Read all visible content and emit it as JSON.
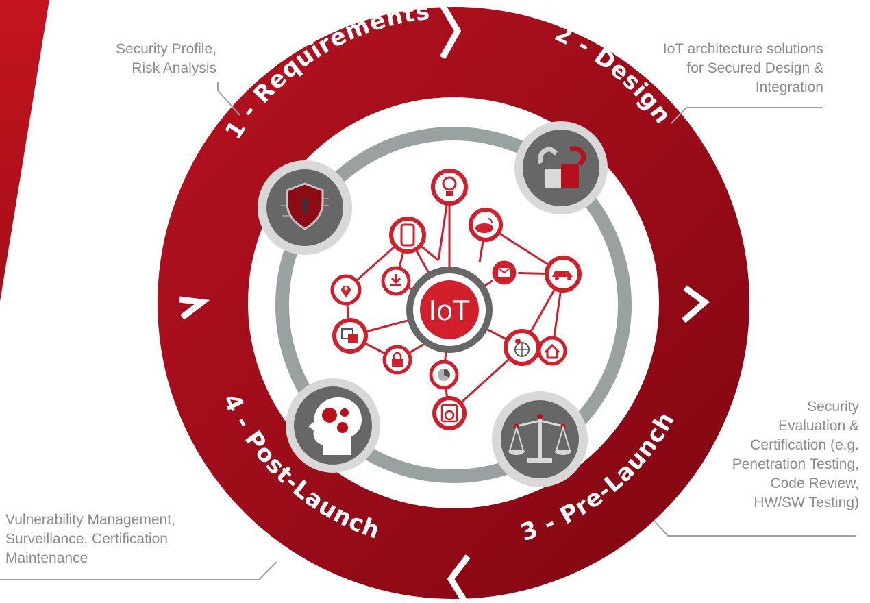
{
  "center_label": "IoT",
  "phases": [
    {
      "label": "1 - Requirements"
    },
    {
      "label": "2 - Design"
    },
    {
      "label": "3 - Pre-Launch"
    },
    {
      "label": "4 - Post-Launch"
    }
  ],
  "notes": {
    "requirements": [
      "Security Profile,",
      "Risk Analysis"
    ],
    "design": [
      "IoT architecture solutions",
      "for Secured Design &",
      "Integration"
    ],
    "prelaunch": [
      "Security",
      "Evaluation &",
      "Certification (e.g.",
      "Penetration Testing,",
      "Code Review,",
      "HW/SW Testing)"
    ],
    "postlaunch": [
      "Vulnerability Management,",
      "Surveillance, Certification",
      "Maintenance"
    ]
  },
  "phase_icons": [
    "shield-circuit-icon",
    "broken-chain-lock-icon",
    "scales-icon",
    "brain-gears-icon"
  ],
  "network_nodes": [
    {
      "name": "lightbulb-node-icon"
    },
    {
      "name": "phone-node-icon"
    },
    {
      "name": "cloud-wifi-node-icon"
    },
    {
      "name": "download-node-icon"
    },
    {
      "name": "mail-node-icon"
    },
    {
      "name": "car-node-icon"
    },
    {
      "name": "location-node-icon"
    },
    {
      "name": "dashboard-node-icon"
    },
    {
      "name": "lock-node-icon"
    },
    {
      "name": "globe-node-icon"
    },
    {
      "name": "home-node-icon"
    },
    {
      "name": "pie-chart-node-icon"
    },
    {
      "name": "washing-machine-node-icon"
    }
  ],
  "colors": {
    "ring_red": "#a50e1c",
    "ring_dark": "#860812",
    "node_red": "#d21f2c",
    "grey_ring": "#9aa2a1",
    "icon_bg": "#676767",
    "text_grey": "#8c8c8c"
  }
}
